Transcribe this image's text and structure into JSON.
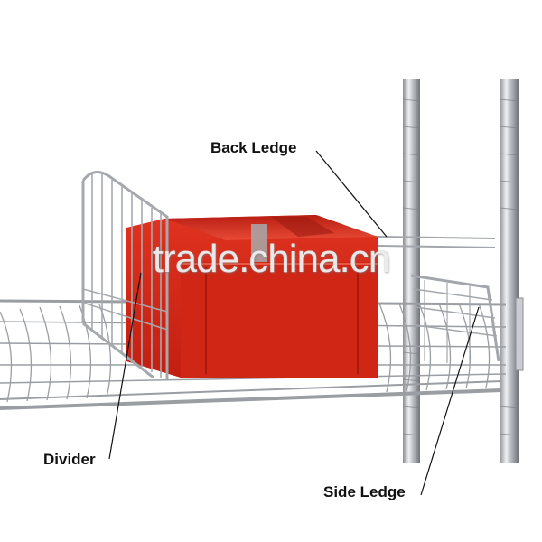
{
  "labels": {
    "back_ledge": "Back Ledge",
    "divider": "Divider",
    "side_ledge": "Side Ledge"
  },
  "watermark": "trade.china.cn",
  "colors": {
    "background": "#ffffff",
    "bin": "#d42a1c",
    "wire": "#9a9ea3",
    "label": "#111111"
  }
}
